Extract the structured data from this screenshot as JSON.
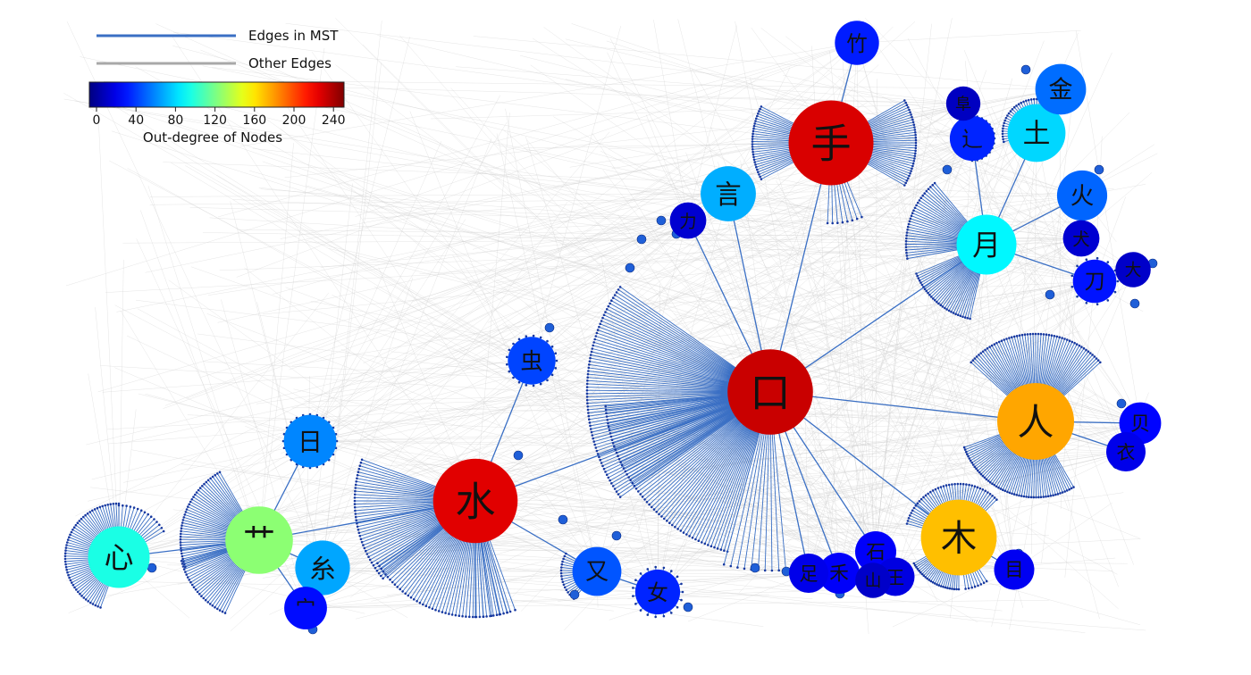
{
  "legend": {
    "mst_label": "Edges in MST",
    "other_label": "Other Edges",
    "mst_color": "#3a6fc4",
    "other_color": "#a8a8a8"
  },
  "colorbar": {
    "title": "Out-degree of Nodes",
    "ticks": [
      "0",
      "40",
      "80",
      "120",
      "160",
      "200",
      "240"
    ],
    "min": 0,
    "max": 250
  },
  "nodes": [
    {
      "id": "kou",
      "label": "口",
      "degree": 232
    },
    {
      "id": "shou",
      "label": "手",
      "degree": 228
    },
    {
      "id": "shui",
      "label": "水",
      "degree": 226
    },
    {
      "id": "ren",
      "label": "人",
      "degree": 178
    },
    {
      "id": "mu",
      "label": "木",
      "degree": 172
    },
    {
      "id": "cao",
      "label": "艹",
      "degree": 128
    },
    {
      "id": "xin",
      "label": "心",
      "degree": 100
    },
    {
      "id": "yue",
      "label": "月",
      "degree": 92
    },
    {
      "id": "tu",
      "label": "土",
      "degree": 84
    },
    {
      "id": "yan",
      "label": "言",
      "degree": 74
    },
    {
      "id": "mi",
      "label": "糸",
      "degree": 72
    },
    {
      "id": "ri",
      "label": "日",
      "degree": 64
    },
    {
      "id": "jin",
      "label": "金",
      "degree": 58
    },
    {
      "id": "huo",
      "label": "火",
      "degree": 56
    },
    {
      "id": "you",
      "label": "又",
      "degree": 52
    },
    {
      "id": "chong",
      "label": "虫",
      "degree": 48
    },
    {
      "id": "nv",
      "label": "女",
      "degree": 40
    },
    {
      "id": "chuo",
      "label": "辶",
      "degree": 40
    },
    {
      "id": "zhu",
      "label": "竹",
      "degree": 38
    },
    {
      "id": "dao",
      "label": "刀",
      "degree": 36
    },
    {
      "id": "mian",
      "label": "宀",
      "degree": 34
    },
    {
      "id": "bei",
      "label": "贝",
      "degree": 32
    },
    {
      "id": "he",
      "label": "禾",
      "degree": 30
    },
    {
      "id": "shi",
      "label": "石",
      "degree": 30
    },
    {
      "id": "mmu",
      "label": "目",
      "degree": 28
    },
    {
      "id": "zu",
      "label": "足",
      "degree": 26
    },
    {
      "id": "yi",
      "label": "衣",
      "degree": 26
    },
    {
      "id": "wang",
      "label": "王",
      "degree": 24
    },
    {
      "id": "li",
      "label": "力",
      "degree": 20
    },
    {
      "id": "quan",
      "label": "犬",
      "degree": 20
    },
    {
      "id": "da",
      "label": "大",
      "degree": 18
    },
    {
      "id": "shan",
      "label": "山",
      "degree": 18
    },
    {
      "id": "fu",
      "label": "阜",
      "degree": 16
    }
  ],
  "mst_edges": [
    [
      "kou",
      "shou"
    ],
    [
      "kou",
      "yan"
    ],
    [
      "kou",
      "yue"
    ],
    [
      "kou",
      "ren"
    ],
    [
      "kou",
      "mu"
    ],
    [
      "kou",
      "shui"
    ],
    [
      "kou",
      "li"
    ],
    [
      "kou",
      "zu"
    ],
    [
      "kou",
      "he"
    ],
    [
      "kou",
      "shi"
    ],
    [
      "shui",
      "cao"
    ],
    [
      "shui",
      "chong"
    ],
    [
      "shui",
      "you"
    ],
    [
      "cao",
      "xin"
    ],
    [
      "cao",
      "ri"
    ],
    [
      "cao",
      "mi"
    ],
    [
      "cao",
      "mian"
    ],
    [
      "you",
      "nv"
    ],
    [
      "yue",
      "tu"
    ],
    [
      "yue",
      "chuo"
    ],
    [
      "yue",
      "huo"
    ],
    [
      "yue",
      "dao"
    ],
    [
      "tu",
      "jin"
    ],
    [
      "chuo",
      "fu"
    ],
    [
      "huo",
      "quan"
    ],
    [
      "dao",
      "da"
    ],
    [
      "shou",
      "zhu"
    ],
    [
      "ren",
      "bei"
    ],
    [
      "ren",
      "yi"
    ],
    [
      "mu",
      "mmu"
    ],
    [
      "shi",
      "wang"
    ],
    [
      "shi",
      "shan"
    ]
  ]
}
